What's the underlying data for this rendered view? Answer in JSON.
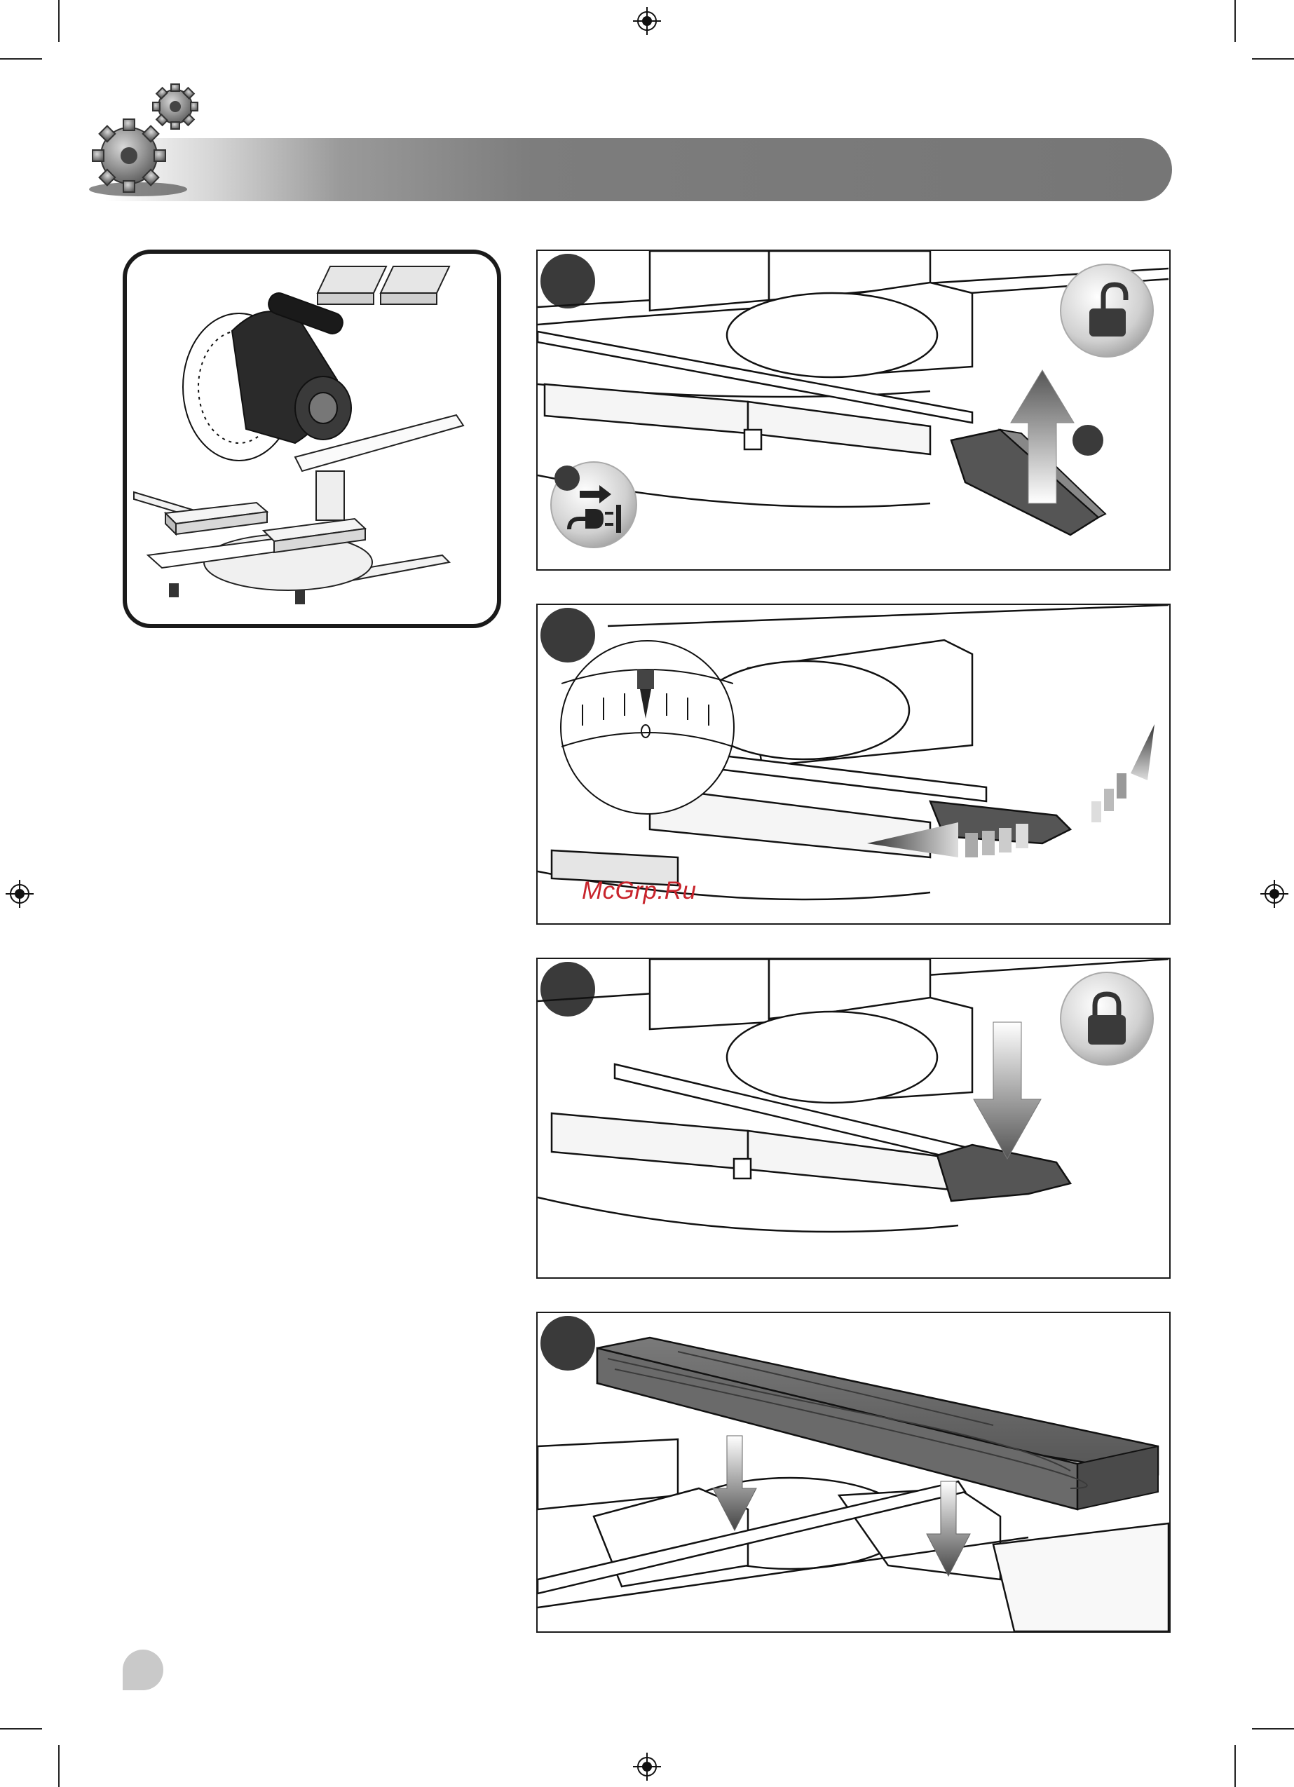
{
  "watermark": {
    "text": "McGrp.Ru"
  },
  "steps": [
    {
      "id": 1,
      "icons": [
        "unplug-icon",
        "unlock-icon",
        "arrow-up-icon"
      ]
    },
    {
      "id": 2,
      "icons": [
        "angle-scale-icon",
        "rotate-arrow-icon"
      ]
    },
    {
      "id": 3,
      "icons": [
        "lock-icon",
        "arrow-down-icon"
      ]
    },
    {
      "id": 4,
      "icons": [
        "workpiece-icon",
        "arrow-down-icon"
      ]
    }
  ],
  "colors": {
    "banner_dark": "#767676",
    "badge": "#3a3a3a",
    "watermark": "#c8242c",
    "page_tab": "#c9c9c9"
  }
}
